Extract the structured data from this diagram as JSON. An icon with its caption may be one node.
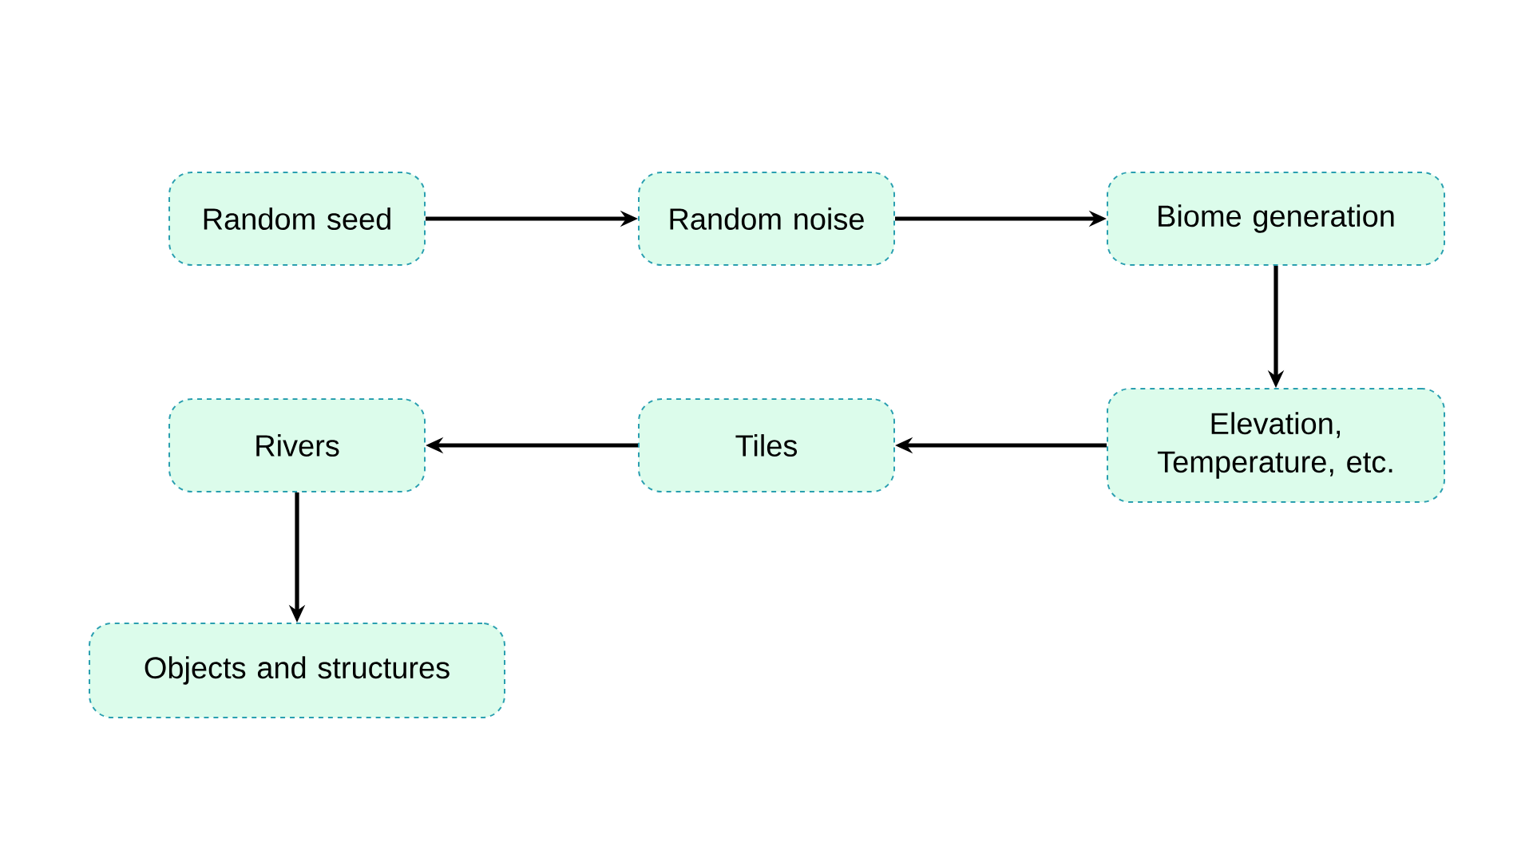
{
  "diagram": {
    "nodes": [
      {
        "text": [
          "Random seed"
        ]
      },
      {
        "text": [
          "Random noise"
        ]
      },
      {
        "text": [
          "Biome generation"
        ]
      },
      {
        "text": [
          "Elevation, Temperature, etc."
        ]
      },
      {
        "text": [
          "Tiles"
        ]
      },
      {
        "text": [
          "Rivers"
        ]
      },
      {
        "text": [
          "Objects and structures"
        ]
      }
    ],
    "edges": [
      {
        "from": 0,
        "to": 1,
        "arrow": "to"
      },
      {
        "from": 1,
        "to": 2,
        "arrow": "to"
      },
      {
        "from": 2,
        "to": 3,
        "arrow": "to"
      },
      {
        "from": 3,
        "to": 4,
        "arrow": "to"
      },
      {
        "from": 4,
        "to": 5,
        "arrow": "to"
      },
      {
        "from": 5,
        "to": 6,
        "arrow": "to"
      }
    ]
  }
}
